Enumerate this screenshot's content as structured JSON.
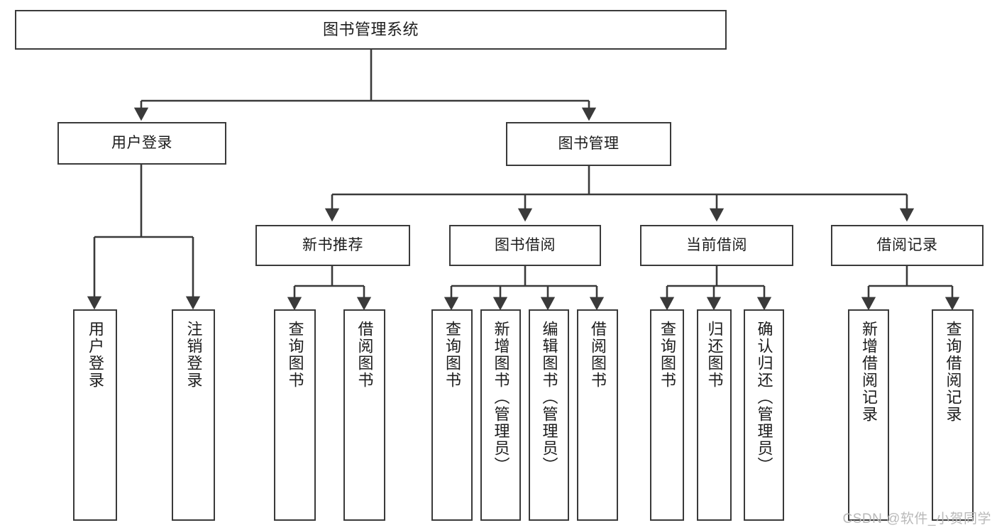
{
  "diagram": {
    "title": "图书管理系统",
    "type": "hierarchy-tree",
    "colors": {
      "box_border": "#3a3a3a",
      "box_fill": "#ffffff",
      "edge": "#3a3a3a",
      "text": "#1c1c1c",
      "watermark": "#b9b9b9"
    },
    "nodes": {
      "root": {
        "label": "图书管理系统"
      },
      "level2": [
        {
          "label": "用户登录"
        },
        {
          "label": "图书管理"
        }
      ],
      "level3": [
        {
          "label": "新书推荐"
        },
        {
          "label": "图书借阅"
        },
        {
          "label": "当前借阅"
        },
        {
          "label": "借阅记录"
        }
      ],
      "leaves": {
        "user_login": [
          {
            "label": "用户登录"
          },
          {
            "label": "注销登录"
          }
        ],
        "new_book_recommend": [
          {
            "label": "查询图书"
          },
          {
            "label": "借阅图书"
          }
        ],
        "book_borrow": [
          {
            "label": "查询图书"
          },
          {
            "label": "新增图书（管理员）"
          },
          {
            "label": "编辑图书（管理员）"
          },
          {
            "label": "借阅图书"
          }
        ],
        "current_borrow": [
          {
            "label": "查询图书"
          },
          {
            "label": "归还图书"
          },
          {
            "label": "确认归还（管理员）"
          }
        ],
        "borrow_records": [
          {
            "label": "新增借阅记录"
          },
          {
            "label": "查询借阅记录"
          }
        ]
      }
    },
    "watermark": "CSDN @软件_小贺同学"
  }
}
